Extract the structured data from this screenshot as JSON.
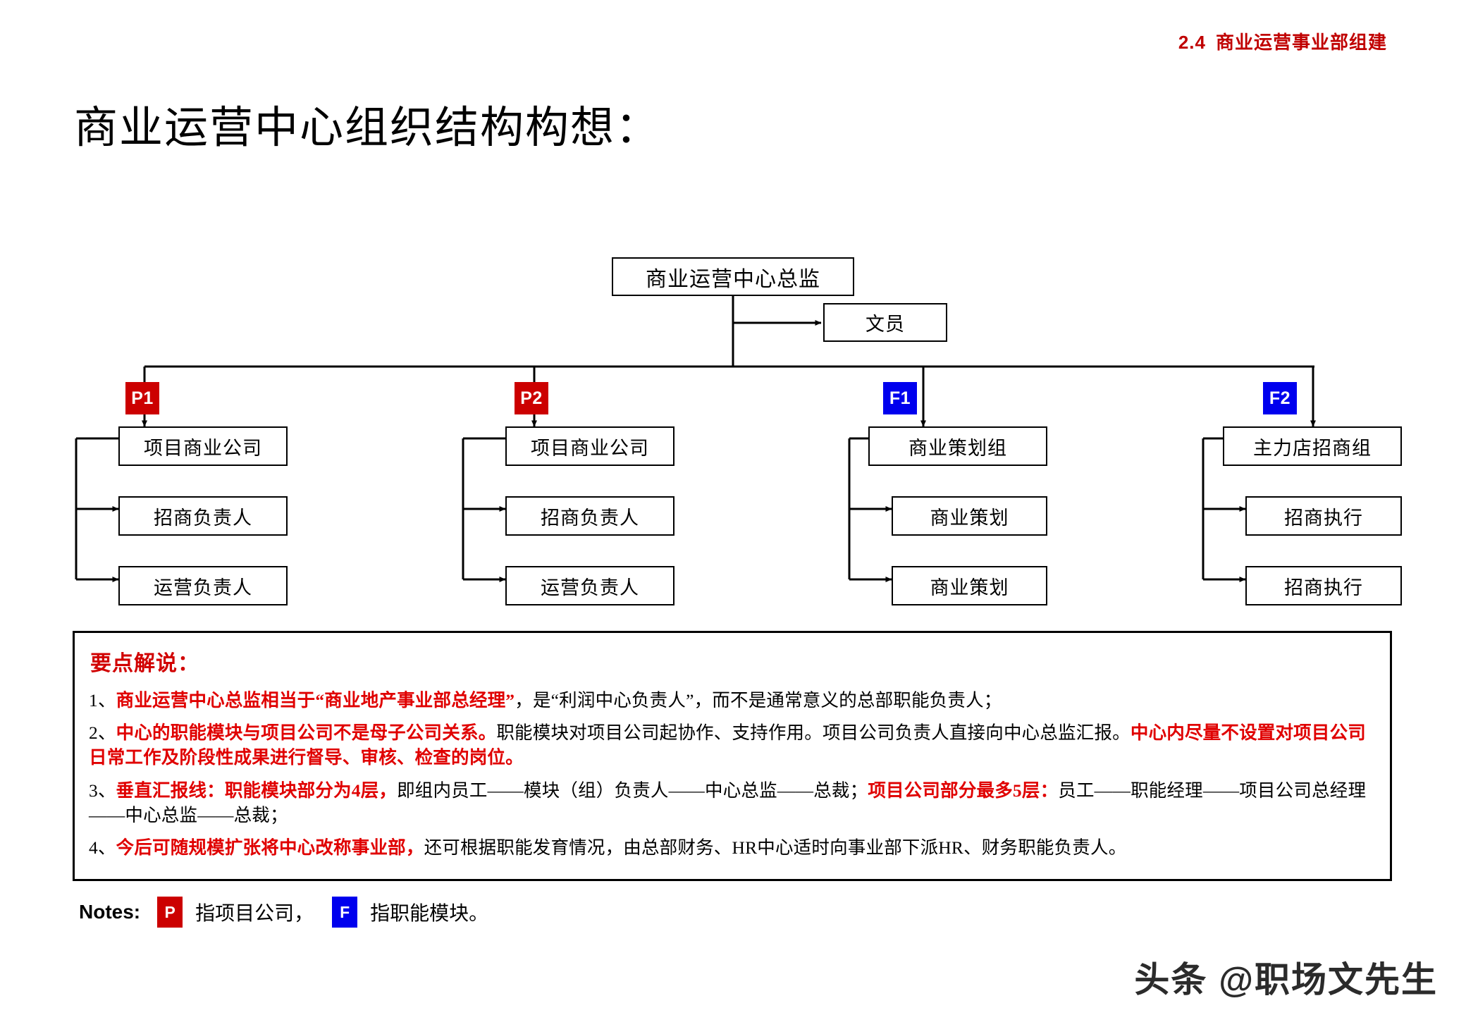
{
  "header": {
    "number": "2.4",
    "text": "商业运营事业部组建",
    "color": "#C00000"
  },
  "title": "商业运营中心组织结构构想：",
  "org": {
    "root": "商业运营中心总监",
    "assistant": "文员",
    "columns": [
      {
        "badge": "P1",
        "badge_color": "#CC0000",
        "head": "项目商业公司",
        "children": [
          "招商负责人",
          "运营负责人"
        ]
      },
      {
        "badge": "P2",
        "badge_color": "#CC0000",
        "head": "项目商业公司",
        "children": [
          "招商负责人",
          "运营负责人"
        ]
      },
      {
        "badge": "F1",
        "badge_color": "#0000EE",
        "head": "商业策划组",
        "children": [
          "商业策划",
          "商业策划"
        ]
      },
      {
        "badge": "F2",
        "badge_color": "#0000EE",
        "head": "主力店招商组",
        "children": [
          "招商执行",
          "招商执行"
        ]
      }
    ]
  },
  "keypoints": {
    "title": "要点解说：",
    "items": [
      {
        "index": "1、",
        "parts": [
          {
            "text": "商业运营中心总监相当于“商业地产事业部总经理”",
            "red": true
          },
          {
            "text": "，是“利润中心负责人”，而不是通常意义的总部职能负责人；",
            "red": false
          }
        ]
      },
      {
        "index": "2、",
        "parts": [
          {
            "text": "中心的职能模块与项目公司不是母子公司关系。",
            "red": true
          },
          {
            "text": "职能模块对项目公司起协作、支持作用。项目公司负责人直接向中心总监汇报。",
            "red": false
          },
          {
            "text": "中心内尽量不设置对项目公司日常工作及阶段性成果进行督导、审核、检查的岗位。",
            "red": true
          }
        ]
      },
      {
        "index": "3、",
        "parts": [
          {
            "text": "垂直汇报线：职能模块部分为4层，",
            "red": true
          },
          {
            "text": "即组内员工——模块（组）负责人——中心总监——总裁；",
            "red": false
          },
          {
            "text": "项目公司部分最多5层：",
            "red": true
          },
          {
            "text": "员工——职能经理——项目公司总经理——中心总监——总裁；",
            "red": false
          }
        ]
      },
      {
        "index": "4、",
        "parts": [
          {
            "text": "今后可随规模扩张将中心改称事业部，",
            "red": true
          },
          {
            "text": "还可根据职能发育情况，由总部财务、HR中心适时向事业部下派HR、财务职能负责人。",
            "red": false
          }
        ]
      }
    ]
  },
  "legend": {
    "label": "Notes:",
    "entries": [
      {
        "badge": "P",
        "badge_color": "#CC0000",
        "text": "指项目公司，"
      },
      {
        "badge": "F",
        "badge_color": "#0000EE",
        "text": "指职能模块。"
      }
    ]
  },
  "watermark": "头条 @职场文先生"
}
